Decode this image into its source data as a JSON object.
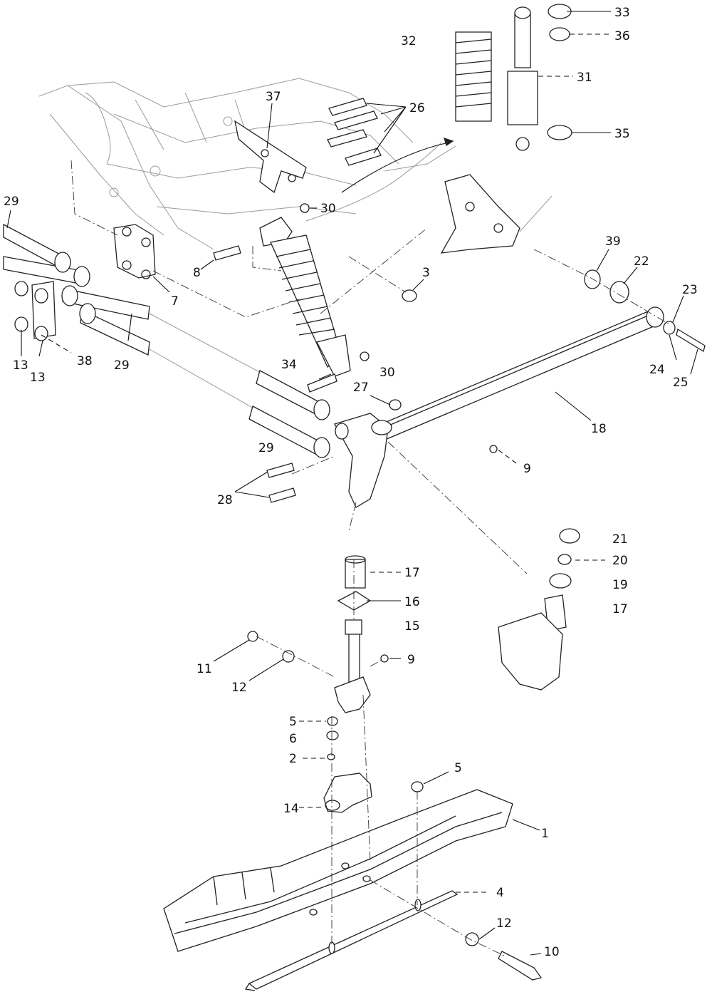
{
  "diagram": {
    "labels": {
      "l1": "1",
      "l2": "2",
      "l3": "3",
      "l4": "4",
      "l5a": "5",
      "l5b": "5",
      "l6": "6",
      "l7": "7",
      "l8": "8",
      "l9a": "9",
      "l9b": "9",
      "l10": "10",
      "l11": "11",
      "l12a": "12",
      "l12b": "12",
      "l13a": "13",
      "l13b": "13",
      "l14": "14",
      "l15": "15",
      "l16": "16",
      "l17a": "17",
      "l17b": "17",
      "l18": "18",
      "l19": "19",
      "l20": "20",
      "l21": "21",
      "l22": "22",
      "l23": "23",
      "l24": "24",
      "l25": "25",
      "l26": "26",
      "l27": "27",
      "l28": "28",
      "l29a": "29",
      "l29b": "29",
      "l29c": "29",
      "l30a": "30",
      "l30b": "30",
      "l31": "31",
      "l32": "32",
      "l33": "33",
      "l34": "34",
      "l35": "35",
      "l36": "36",
      "l37": "37",
      "l38": "38",
      "l39": "39"
    }
  }
}
